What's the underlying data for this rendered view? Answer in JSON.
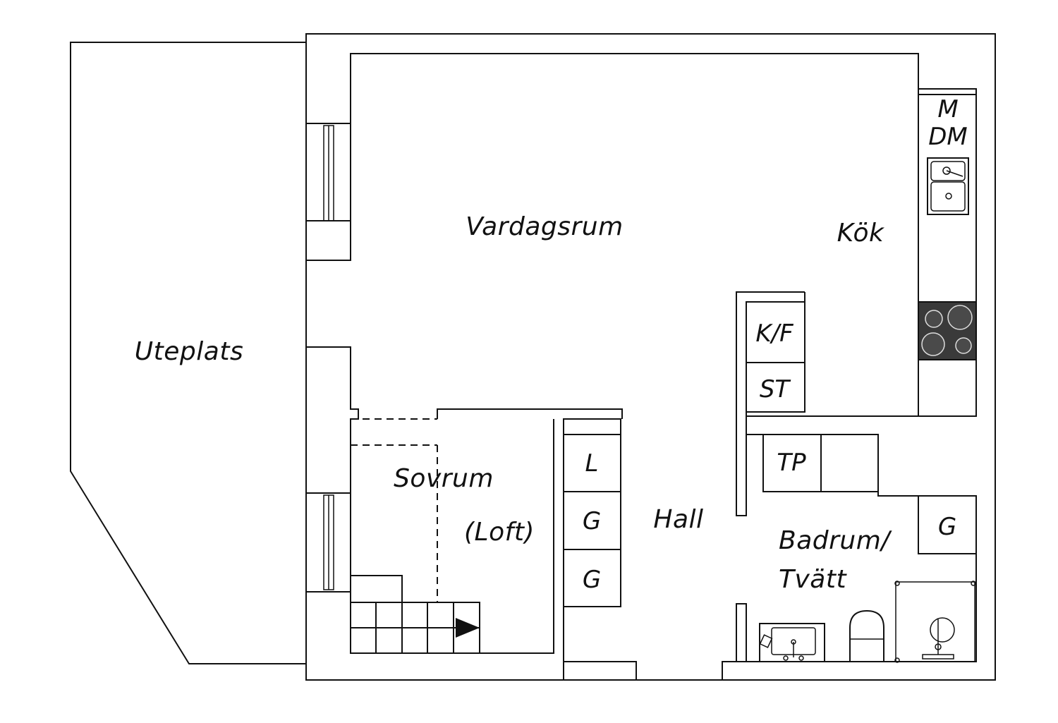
{
  "rooms": {
    "uteplats": "Uteplats",
    "vardagsrum": "Vardagsrum",
    "kok": "Kök",
    "sovrum": "Sovrum",
    "loft": "(Loft)",
    "hall": "Hall",
    "badrum_line1": "Badrum/",
    "badrum_line2": "Tvätt"
  },
  "fixtures": {
    "m": "M",
    "dm": "DM",
    "kf": "K/F",
    "st": "ST",
    "tp": "TP",
    "g_bath": "G",
    "l": "L",
    "g_hall_1": "G",
    "g_hall_2": "G"
  },
  "colors": {
    "line": "#111111",
    "stove": "#3a3a3a",
    "background": "#ffffff"
  }
}
